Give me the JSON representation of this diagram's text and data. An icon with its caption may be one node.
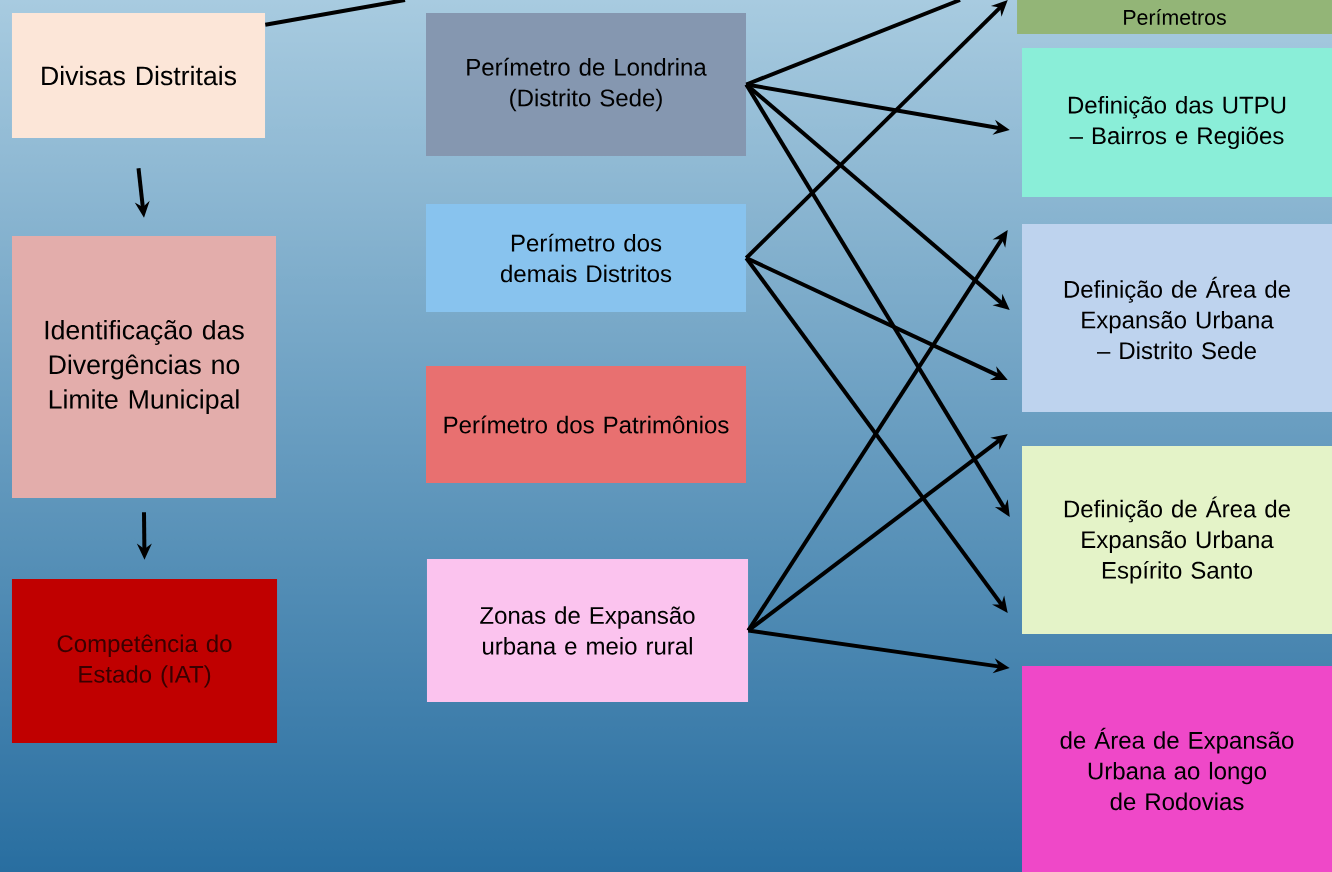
{
  "diagram": {
    "nodes": [
      {
        "text": [
          "Divisas Distritais"
        ]
      },
      {
        "text": [
          "Identificação das Divergências no Limite Municipal"
        ]
      },
      {
        "text": [
          "Competência do Estado (IAT)"
        ]
      },
      {
        "text": [
          "Perímetro de Londrina (Distrito Sede)"
        ]
      },
      {
        "text": [
          "Perímetro dos demais Distritos"
        ]
      },
      {
        "text": [
          "Perímetro dos Patrimônios"
        ]
      },
      {
        "text": [
          "Zonas de Expansão urbana e meio rural"
        ]
      },
      {
        "text": [
          "Perímetros"
        ]
      },
      {
        "text": [
          "Definição das UTPU – Bairros e Regiões"
        ]
      },
      {
        "text": [
          "Definição de Área de Expansão Urbana – Distrito Sede"
        ]
      },
      {
        "text": [
          "Definição de Área de Expansão Urbana Espírito Santo"
        ]
      },
      {
        "text": [
          "de Área de Expansão Urbana ao longo de Rodovias"
        ]
      }
    ],
    "edges": [
      {
        "from": 0,
        "to": 1,
        "arrow": "to"
      },
      {
        "from": 1,
        "to": 2,
        "arrow": "to"
      },
      {
        "from": 0,
        "to": null,
        "arrow": "none"
      },
      {
        "from": 3,
        "to": null,
        "arrow": "none"
      },
      {
        "from": 3,
        "to": 8,
        "arrow": "to"
      },
      {
        "from": 3,
        "to": 9,
        "arrow": "to"
      },
      {
        "from": 3,
        "to": 10,
        "arrow": "to"
      },
      {
        "from": 4,
        "to": 7,
        "arrow": "to"
      },
      {
        "from": 4,
        "to": 9,
        "arrow": "to"
      },
      {
        "from": 4,
        "to": 10,
        "arrow": "to"
      },
      {
        "from": 6,
        "to": 9,
        "arrow": "to"
      },
      {
        "from": 6,
        "to": 10,
        "arrow": "to"
      },
      {
        "from": 6,
        "to": 11,
        "arrow": "to"
      }
    ]
  }
}
